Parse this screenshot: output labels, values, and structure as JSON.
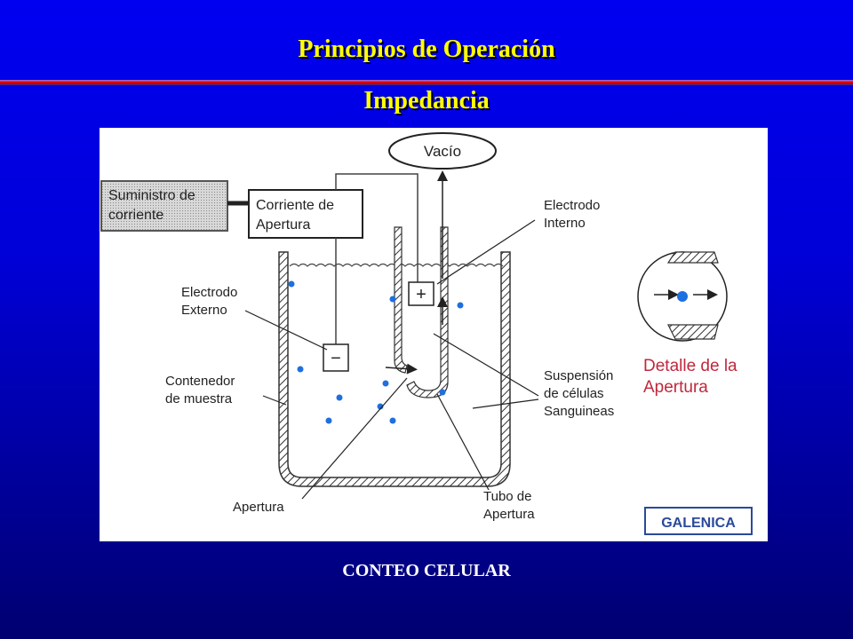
{
  "header": {
    "title": "Principios de Operación",
    "subtitle": "Impedancia"
  },
  "diagram": {
    "vacuum": "Vacío",
    "power_supply": [
      "Suministro de",
      "corriente"
    ],
    "aperture_current": [
      "Corriente de",
      "Apertura"
    ],
    "internal_electrode": [
      "Electrodo",
      "Interno"
    ],
    "external_electrode": [
      "Electrodo",
      "Externo"
    ],
    "sample_container": [
      "Contenedor",
      "de muestra"
    ],
    "cell_suspension": [
      "Suspensión",
      "de células",
      "Sanguineas"
    ],
    "aperture": "Apertura",
    "aperture_tube": [
      "Tubo de",
      "Apertura"
    ],
    "aperture_detail": [
      "Detalle de la",
      "Apertura"
    ],
    "logo": "GALENICA",
    "plus_sign": "+",
    "minus_sign": "−"
  },
  "footer": {
    "caption": "CONTEO CELULAR"
  },
  "colors": {
    "title": "#ffff00",
    "cell": "#1e6fe0",
    "detail_label": "#c0283c"
  }
}
